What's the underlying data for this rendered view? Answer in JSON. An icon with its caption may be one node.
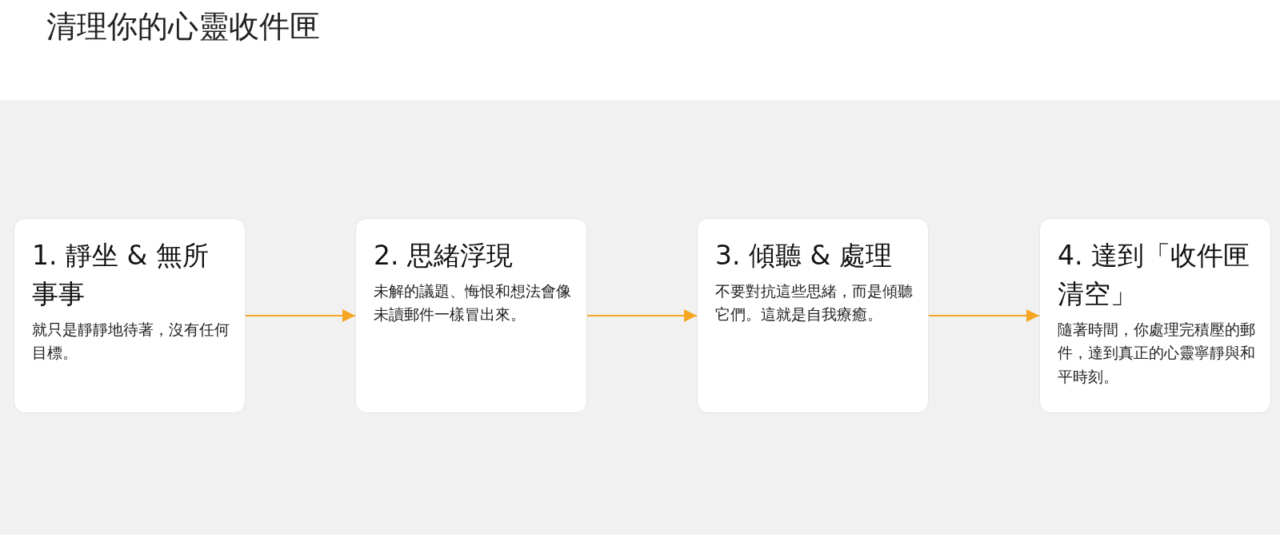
{
  "diagram": {
    "title": "清理你的心靈收件匣",
    "nodes": [
      {
        "text": [
          "1. 靜坐 & 無所事事",
          "就只是靜靜地待著，沒有任何目標。"
        ]
      },
      {
        "text": [
          "2. 思緒浮現",
          "未解的議題、悔恨和想法會像未讀郵件一樣冒出來。"
        ]
      },
      {
        "text": [
          "3. 傾聽 & 處理",
          "不要對抗這些思緒，而是傾聽它們。這就是自我療癒。"
        ]
      },
      {
        "text": [
          "4. 達到「收件匣清空」",
          "隨著時間，你處理完積壓的郵件，達到真正的心靈寧靜與和平時刻。"
        ]
      }
    ],
    "edges": [
      {
        "from": 0,
        "to": 1,
        "arrow": "to"
      },
      {
        "from": 1,
        "to": 2,
        "arrow": "to"
      },
      {
        "from": 2,
        "to": 3,
        "arrow": "to"
      }
    ]
  }
}
